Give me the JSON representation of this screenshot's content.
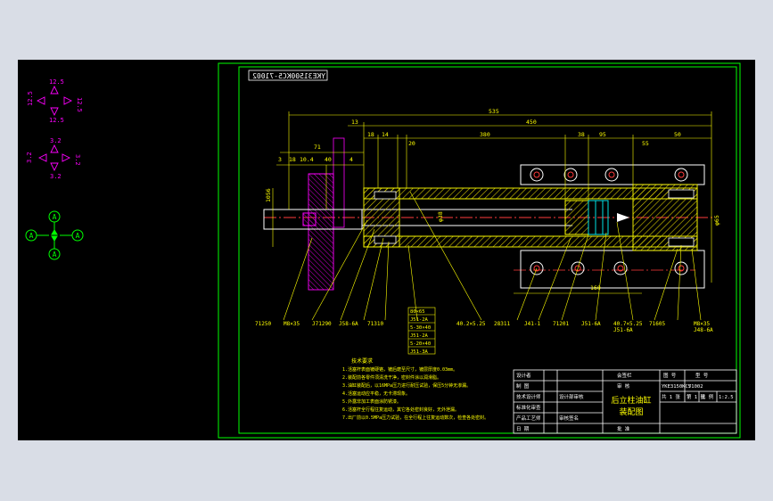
{
  "drawing": {
    "code_stamp": "YKE31500KC5-71002",
    "colors": {
      "background": "#000000",
      "frame": "#00ff00",
      "annotation": "#ffff00",
      "hatch": "#ffff00",
      "centerline": "#ff3b3b",
      "symbols": "#ff00ff",
      "body": "#ffffff",
      "cyan": "#00e5e5"
    }
  },
  "symbols": {
    "roughness_group_1": [
      "12.5",
      "12.5",
      "12.5",
      "12.5"
    ],
    "roughness_group_2": [
      "3.2",
      "3.2",
      "3.2",
      "3.2"
    ],
    "datum_letter": "A"
  },
  "dimensions": {
    "top": [
      "535",
      "450",
      "13",
      "18",
      "14",
      "380",
      "38",
      "20",
      "95",
      "55",
      "50"
    ],
    "left_group": [
      "71",
      "3",
      "18",
      "10.4",
      "40",
      "4"
    ],
    "side": [
      "1056",
      "φ38",
      "φ65"
    ],
    "bottom": [
      "160"
    ]
  },
  "callouts": [
    "71250",
    "M8×35",
    "J71290",
    "J58-6A",
    "71310",
    "40.2×5.25",
    "28311",
    "J41-1",
    "71201",
    "J51-6A",
    "40.7×5.25",
    "J51-6A",
    "71605",
    "M8×35",
    "J48-6A"
  ],
  "callout_stack": [
    "80×65",
    "J51-2A",
    "5-30×40",
    "J51-2A",
    "5-20×40",
    "J51-3A"
  ],
  "notes": {
    "title": "技术要求",
    "lines": [
      "1.活塞杆表面镀硬铬，镀后磨至尺寸，镀层厚度0.03mm。",
      "2.装配前各零件须清洗干净，密封件涂以润滑脂。",
      "3.油缸装配后，以16MPa压力进行耐压试验，保压5分钟无渗漏。",
      "4.活塞运动应平稳，无卡滞现象。",
      "5.外露非加工表面涂防锈漆。",
      "6.活塞杆全行程往复运动，其它各处密封良好，无外泄漏。",
      "7.出厂前以0.5MPa压力试验，在全行程上往复运动数次，检查各处密封。"
    ]
  },
  "title_block": {
    "row_labels": [
      "设计者",
      "制  图",
      "技术设计师",
      "标准化审查",
      "产品工艺师",
      "日  期"
    ],
    "drawing_title": "后立柱油缸",
    "drawing_subtitle": "装配图",
    "mid_labels": [
      "会签栏",
      "审  核",
      "批  准"
    ],
    "mid_values": [
      "设计部审核",
      "审核签名"
    ],
    "header_cells": [
      "图  号",
      "型  号"
    ],
    "model": "YKE3150KC5",
    "number": "71002",
    "quantity_label": "共 1 张",
    "sheet_label": "第 1 张",
    "scale_label": "比 例",
    "scale": "1:2.5"
  }
}
